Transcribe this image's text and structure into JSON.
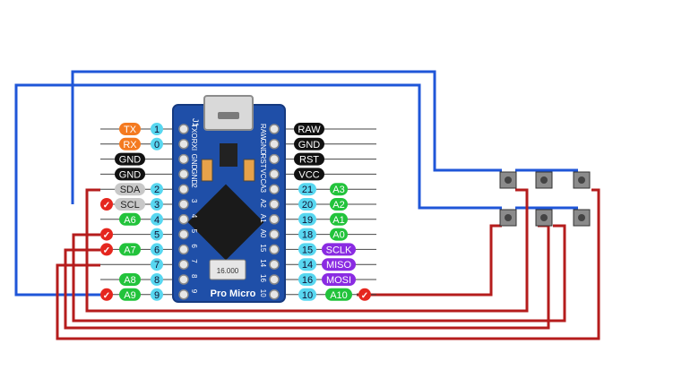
{
  "board": {
    "name": "Pro Micro",
    "chip_marking": "16.000",
    "top_labels": [
      "J1",
      "TXO",
      "RXI",
      "GND",
      "GND"
    ],
    "right_top_labels": [
      "RAW",
      "GND",
      "RST",
      "VCC",
      "A3"
    ]
  },
  "left_pins": [
    {
      "tags": [
        "TX"
      ],
      "num": "1",
      "board_label": "TXO"
    },
    {
      "tags": [
        "RX"
      ],
      "num": "0",
      "board_label": "RXI"
    },
    {
      "tags": [
        "GND"
      ],
      "num": "",
      "board_label": "GND"
    },
    {
      "tags": [
        "GND"
      ],
      "num": "",
      "board_label": "GND"
    },
    {
      "tags": [
        "SDA"
      ],
      "num": "2",
      "board_label": "2"
    },
    {
      "tags": [
        "SCL"
      ],
      "num": "3",
      "board_label": "3"
    },
    {
      "tags": [
        "A6"
      ],
      "num": "4",
      "board_label": "4"
    },
    {
      "tags": [],
      "num": "5",
      "board_label": "5"
    },
    {
      "tags": [
        "A7"
      ],
      "num": "6",
      "board_label": "6"
    },
    {
      "tags": [],
      "num": "7",
      "board_label": "7"
    },
    {
      "tags": [
        "A8"
      ],
      "num": "8",
      "board_label": "8"
    },
    {
      "tags": [
        "A9"
      ],
      "num": "9",
      "board_label": "9"
    }
  ],
  "right_pins": [
    {
      "label": "RAW",
      "num": "",
      "board_label": "RAW"
    },
    {
      "label": "GND",
      "num": "",
      "board_label": "GND"
    },
    {
      "label": "RST",
      "num": "",
      "board_label": "RST"
    },
    {
      "label": "VCC",
      "num": "",
      "board_label": "VCC"
    },
    {
      "label": "A3",
      "num": "21",
      "board_label": "A3"
    },
    {
      "label": "A2",
      "num": "20",
      "board_label": "A2"
    },
    {
      "label": "A1",
      "num": "19",
      "board_label": "A1"
    },
    {
      "label": "A0",
      "num": "18",
      "board_label": "A0"
    },
    {
      "label": "SCLK",
      "num": "15",
      "board_label": "15"
    },
    {
      "label": "MISO",
      "num": "14",
      "board_label": "14"
    },
    {
      "label": "MOSI",
      "num": "16",
      "board_label": "16"
    },
    {
      "label": "A10",
      "num": "10",
      "board_label": "10"
    }
  ],
  "checkmark": "✓",
  "colors": {
    "tx_rx": "#f47a20",
    "gnd_power": "#111111",
    "i2c": "#c8c8c8",
    "analog": "#22c33b",
    "spi": "#8a2be2",
    "num": "#58d7f0",
    "board": "#1f4fa8",
    "wire_blue": "#1f56d8",
    "wire_red": "#b51c1c",
    "check": "#e5261e"
  }
}
